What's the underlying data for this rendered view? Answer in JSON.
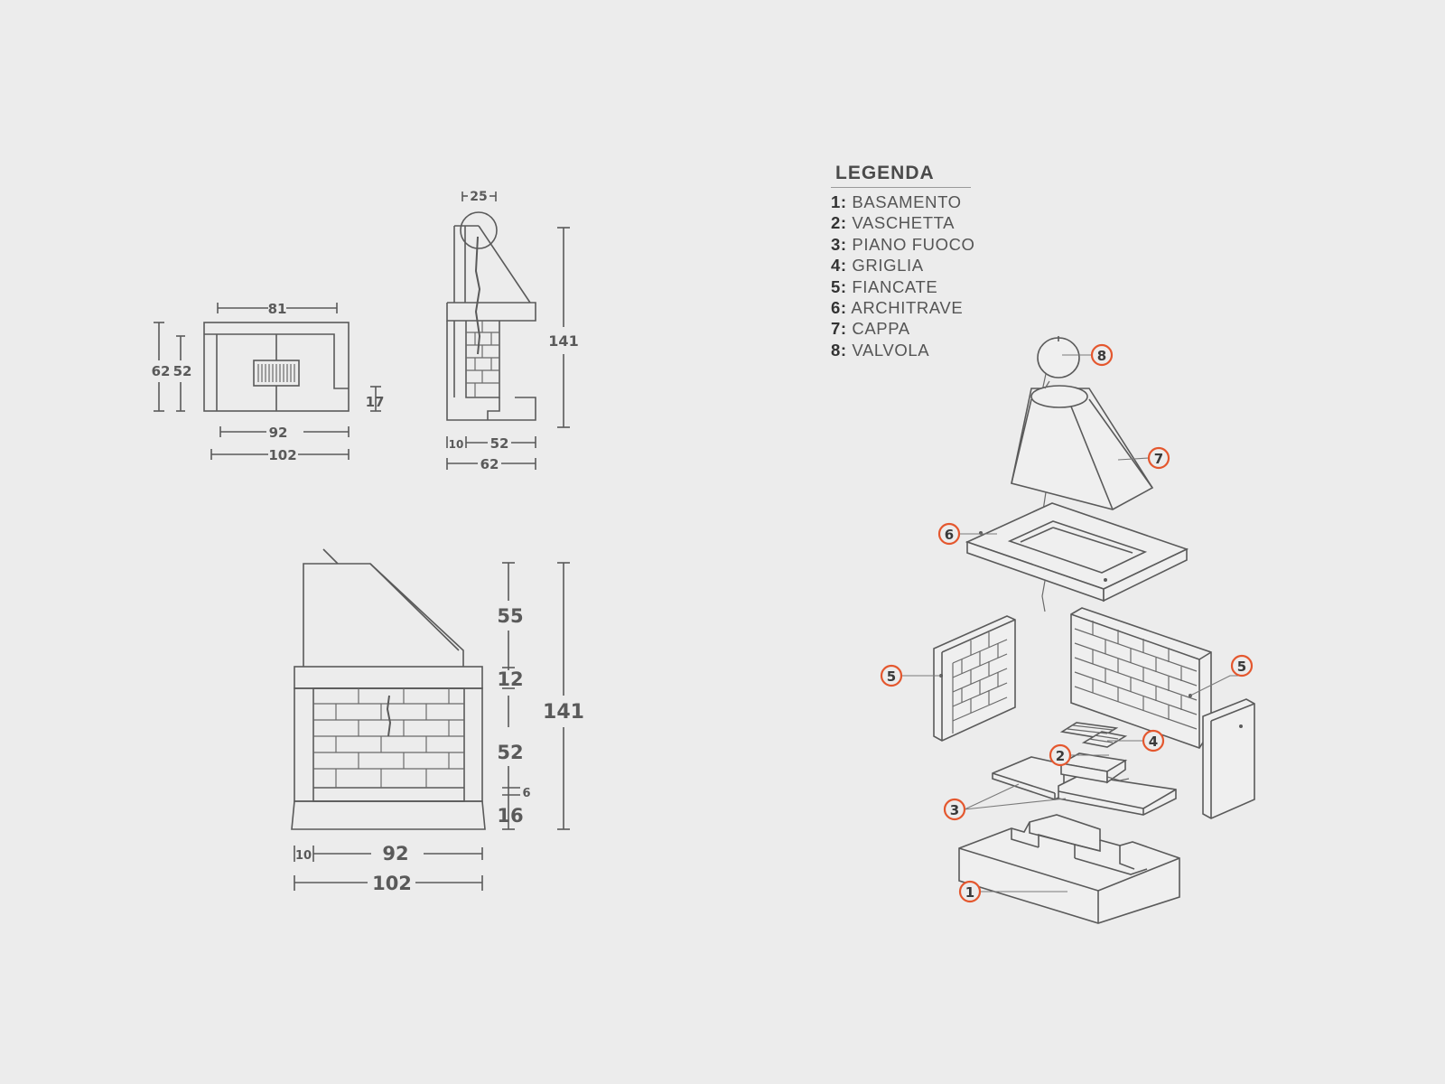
{
  "legend": {
    "title": "LEGENDA",
    "items": [
      {
        "num": "1:",
        "label": "BASAMENTO"
      },
      {
        "num": "2:",
        "label": "VASCHETTA"
      },
      {
        "num": "3:",
        "label": "PIANO FUOCO"
      },
      {
        "num": "4:",
        "label": "GRIGLIA"
      },
      {
        "num": "5:",
        "label": "FIANCATE"
      },
      {
        "num": "6:",
        "label": "ARCHITRAVE"
      },
      {
        "num": "7:",
        "label": "CAPPA"
      },
      {
        "num": "8:",
        "label": "VALVOLA"
      }
    ]
  },
  "top_view": {
    "width_inner": "81",
    "depth_outer": "62",
    "depth_inner": "52",
    "offset": "17",
    "width_mid": "92",
    "width_outer": "102"
  },
  "side_view": {
    "flue": "25",
    "height": "141",
    "wall": "10",
    "depth_inner": "52",
    "depth_outer": "62"
  },
  "front_view": {
    "hood_height": "55",
    "lintel_height": "12",
    "fire_height": "52",
    "grate_height": "6",
    "base_height": "16",
    "total_height": "141",
    "wall": "10",
    "width_inner": "92",
    "width_outer": "102"
  },
  "callouts": [
    "1",
    "2",
    "3",
    "4",
    "5",
    "5",
    "6",
    "7",
    "8"
  ]
}
